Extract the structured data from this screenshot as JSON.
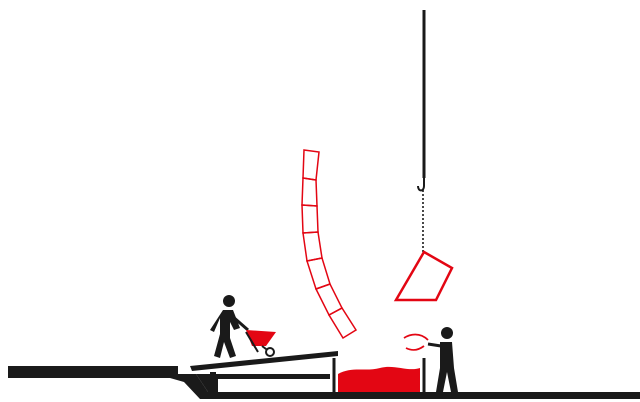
{
  "diagram": {
    "background": "#ffffff",
    "ink_color": "#1a1a1a",
    "accent_color": "#e30613",
    "elements": [
      "crane-hook",
      "tilted-bin",
      "chute-segments",
      "ramp",
      "worker-with-wheelbarrow",
      "container-with-debris",
      "worker-tossing-debris",
      "ground-slab"
    ],
    "chute_segment_count": 7
  }
}
